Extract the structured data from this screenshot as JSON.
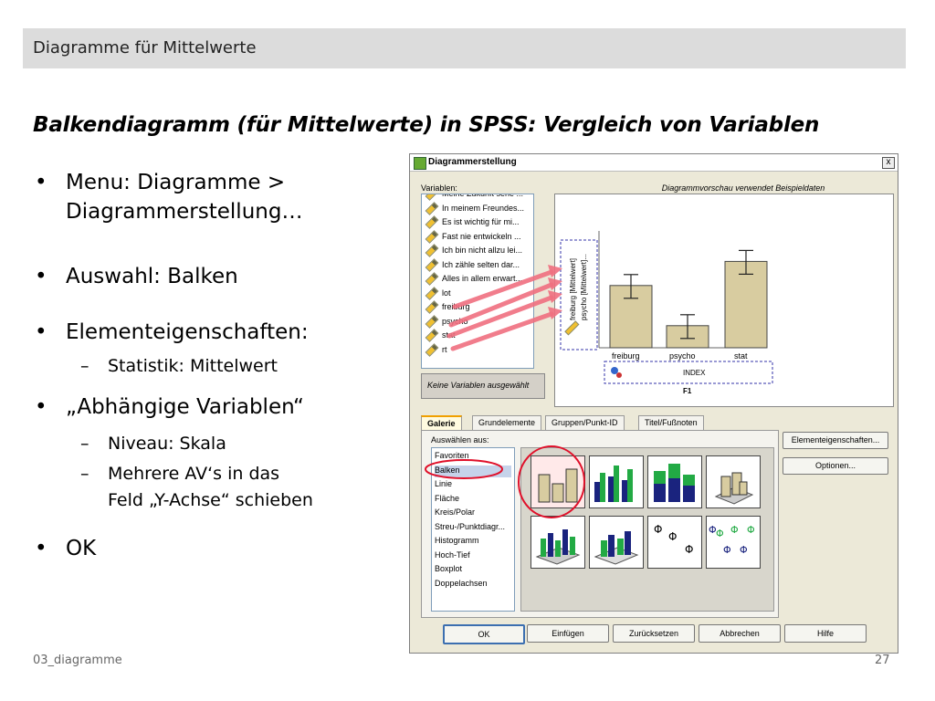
{
  "slide": {
    "header": "Diagramme für Mittelwerte",
    "subtitle": "Balkendiagramm (für Mittelwerte) in SPSS: Vergleich von Variablen",
    "bullets": [
      {
        "lines": [
          "Menu: Diagramme >",
          "Diagrammerstellung…"
        ]
      },
      {
        "lines": [
          "Auswahl: Balken"
        ]
      },
      {
        "lines": [
          "Elementeigenschaften:"
        ],
        "sub": [
          "Statistik: Mittelwert"
        ]
      },
      {
        "lines": [
          "„Abhängige Variablen“"
        ],
        "sub": [
          "Niveau: Skala",
          "Mehrere AV‘s in das",
          "Feld „Y-Achse“ schieben"
        ]
      },
      {
        "lines": [
          "OK"
        ]
      }
    ],
    "bullet_symbol": "•",
    "dash_symbol": "–",
    "footer": "03_diagramme",
    "page_number": "27"
  },
  "dialog": {
    "title": "Diagrammerstellung",
    "close": "x",
    "variables_label": "Variablen:",
    "variables": [
      "Meine Zukunft sehe ...",
      "In meinem Freundes...",
      "Es ist wichtig für mi...",
      "Fast nie entwickeln ...",
      "Ich bin nicht allzu lei...",
      "Ich zähle selten dar...",
      "Alles in allem erwart...",
      "lot",
      "freiburg",
      "psycho",
      "stat",
      "rt"
    ],
    "no_variable": "Keine Variablen ausgewählt",
    "preview_label": "Diagrammvorschau verwendet Beispieldaten",
    "y_axis_fields": [
      "freiburg [Mittelwert]",
      "psycho [Mittelwert]..."
    ],
    "bar_labels": [
      "freiburg",
      "psycho",
      "stat"
    ],
    "bar_values": [
      0.62,
      0.22,
      0.86
    ],
    "index_label": "INDEX",
    "f1_label": "F1",
    "tabs": [
      "Galerie",
      "Grundelemente",
      "Gruppen/Punkt-ID",
      "Titel/Fußnoten"
    ],
    "gallery_label": "Auswählen aus:",
    "gallery_items": [
      "Favoriten",
      "Balken",
      "Linie",
      "Fläche",
      "Kreis/Polar",
      "Streu-/Punktdiagr...",
      "Histogramm",
      "Hoch-Tief",
      "Boxplot",
      "Doppelachsen"
    ],
    "side_buttons": [
      "Elementeigenschaften...",
      "Optionen..."
    ],
    "bottom_buttons": [
      "OK",
      "Einfügen",
      "Zurücksetzen",
      "Abbrechen",
      "Hilfe"
    ],
    "colors": {
      "bar_fill": "#d8cca0",
      "accent_red": "#e0102a",
      "green": "#22aa44",
      "navy": "#1a237e"
    }
  }
}
